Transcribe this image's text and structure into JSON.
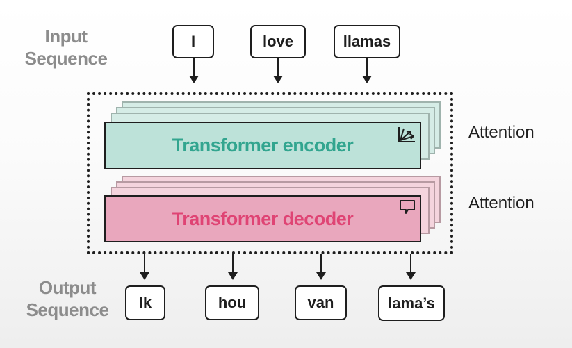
{
  "input_label": {
    "line1": "Input",
    "line2": "Sequence"
  },
  "output_label": {
    "line1": "Output",
    "line2": "Sequence"
  },
  "input_tokens": [
    "I",
    "love",
    "llamas"
  ],
  "output_tokens": [
    "Ik",
    "hou",
    "van",
    "lama’s"
  ],
  "encoder": {
    "label": "Transformer encoder",
    "icon": "chart-arrows-icon",
    "color": "#32a58f"
  },
  "decoder": {
    "label": "Transformer decoder",
    "icon": "speech-bubble-icon",
    "color": "#df4474"
  },
  "attention_labels": [
    "Attention",
    "Attention"
  ]
}
